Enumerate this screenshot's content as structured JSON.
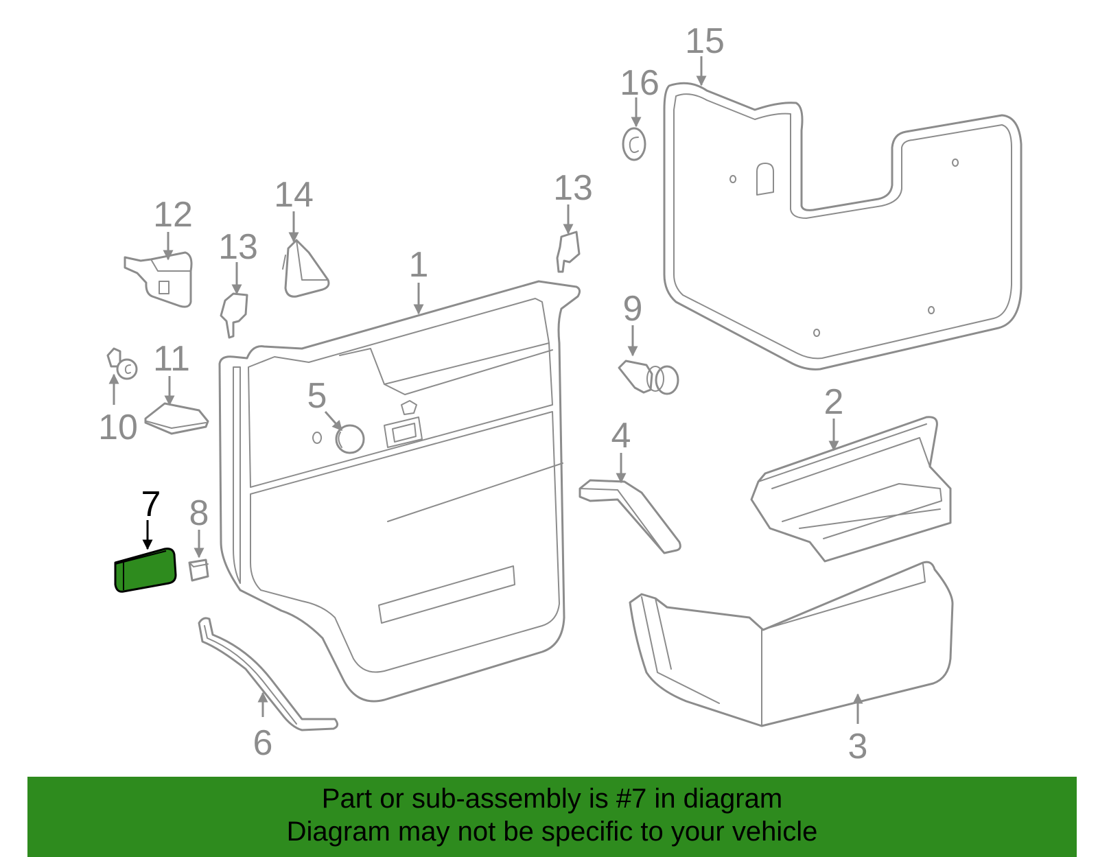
{
  "diagram": {
    "callouts": {
      "c1": "1",
      "c2": "2",
      "c3": "3",
      "c4": "4",
      "c5": "5",
      "c6": "6",
      "c7": "7",
      "c8": "8",
      "c9": "9",
      "c10": "10",
      "c11": "11",
      "c12": "12",
      "c13a": "13",
      "c13b": "13",
      "c14": "14",
      "c15": "15",
      "c16": "16"
    },
    "highlighted_part": "7",
    "colors": {
      "highlight": "#2e8b1e",
      "outline": "#8c8c8c",
      "banner": "#2e8b1e"
    }
  },
  "banner": {
    "line1": "Part or sub-assembly is #7 in diagram",
    "line2": "Diagram may not be specific to your vehicle"
  }
}
